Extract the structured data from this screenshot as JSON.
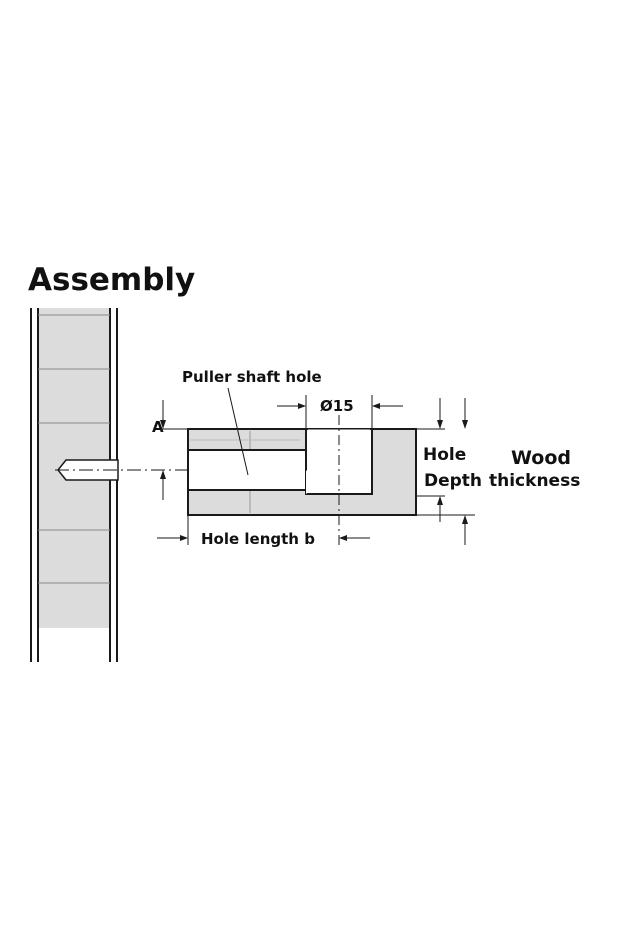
{
  "title": "Assembly",
  "labels": {
    "puller_shaft_hole": "Puller shaft hole",
    "diameter": "Ø15",
    "dimension_a": "A",
    "hole": "Hole",
    "depth": "Depth",
    "wood": "Wood",
    "thickness": "thickness",
    "hole_length_b": "Hole length b"
  },
  "colors": {
    "panel_fill": "#dcdcdc",
    "line": "#1a1a1a",
    "background": "#ffffff"
  }
}
